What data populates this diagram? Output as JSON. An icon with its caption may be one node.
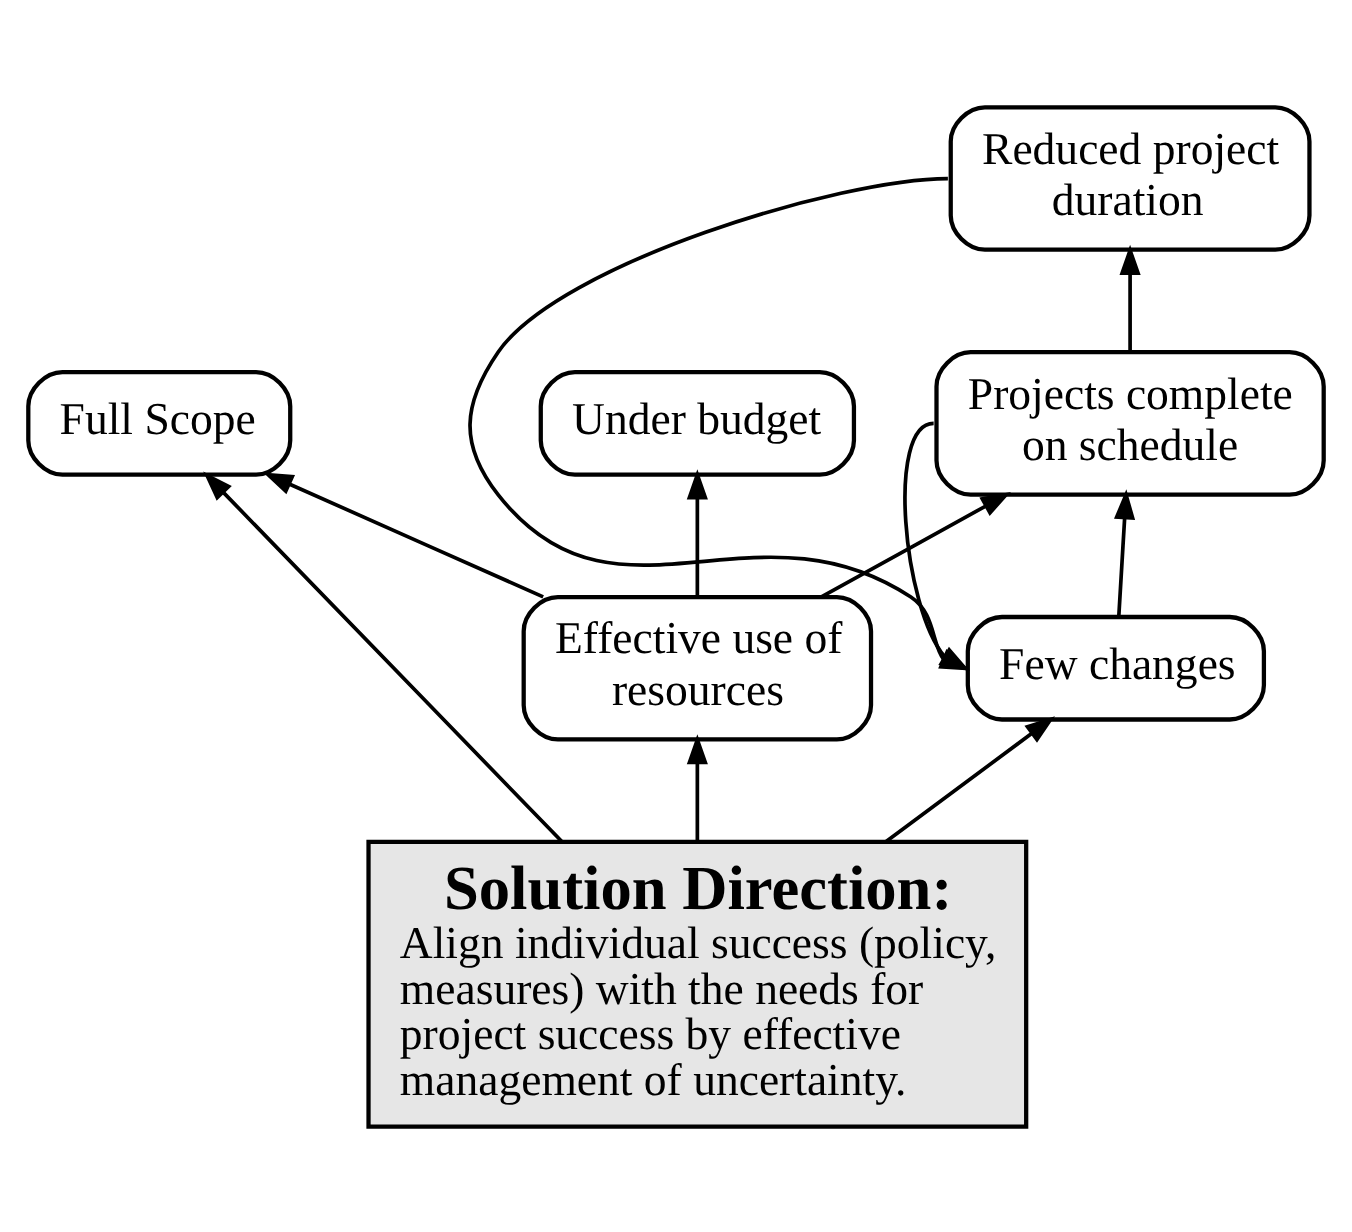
{
  "diagram": {
    "nodes": [
      {
        "text": [
          "Reduced project duration"
        ]
      },
      {
        "text": [
          "Projects complete on schedule"
        ]
      },
      {
        "text": [
          "Under budget"
        ]
      },
      {
        "text": [
          "Full Scope"
        ]
      },
      {
        "text": [
          "Few changes"
        ]
      },
      {
        "text": [
          "Effective use of resources"
        ]
      },
      {
        "text": [
          "Solution Direction:",
          "Align individual success (policy, measures) with the needs for project success by effective management of uncertainty."
        ]
      }
    ],
    "edges": [
      {
        "from": 1,
        "to": 0,
        "arrow": "to"
      },
      {
        "from": 4,
        "to": 1,
        "arrow": "to"
      },
      {
        "from": 5,
        "to": 1,
        "arrow": "to"
      },
      {
        "from": 5,
        "to": 2,
        "arrow": "to"
      },
      {
        "from": 5,
        "to": 3,
        "arrow": "to"
      },
      {
        "from": 6,
        "to": 4,
        "arrow": "to"
      },
      {
        "from": 6,
        "to": 5,
        "arrow": "to"
      },
      {
        "from": 6,
        "to": 3,
        "arrow": "to"
      },
      {
        "from": 0,
        "to": 4,
        "arrow": "to"
      },
      {
        "from": 1,
        "to": 4,
        "arrow": "to"
      }
    ]
  }
}
